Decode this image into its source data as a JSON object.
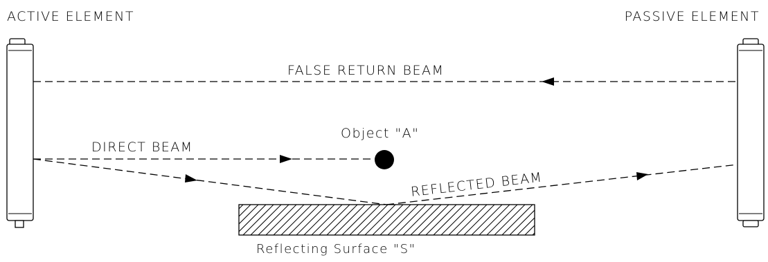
{
  "labels": {
    "active_element": "ACTIVE ELEMENT",
    "passive_element": "PASSIVE ELEMENT",
    "false_return_beam": "FALSE RETURN BEAM",
    "direct_beam": "DIRECT BEAM",
    "object_a": "Object \"A\"",
    "reflected_beam": "REFLECTED BEAM",
    "reflecting_surface": "Reflecting Surface \"S\""
  },
  "colors": {
    "line": "#000000",
    "background": "#ffffff"
  }
}
